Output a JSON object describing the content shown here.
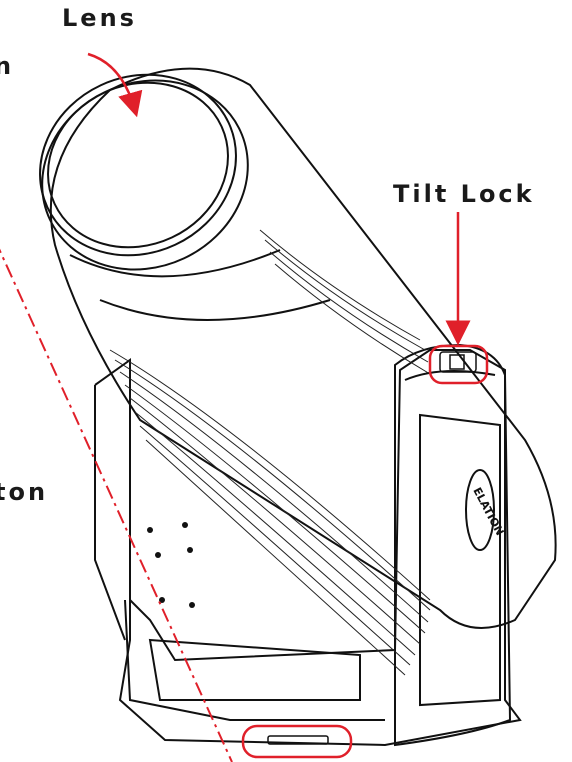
{
  "labels": {
    "lens": "Lens",
    "tilt_lock": "Tilt Lock",
    "partial_left_top": "n",
    "partial_left_bottom": "ton"
  },
  "logo_text": "ELATION",
  "colors": {
    "callout": "#e0202a",
    "line_art": "#111111",
    "label_text": "#1a1a1a"
  }
}
